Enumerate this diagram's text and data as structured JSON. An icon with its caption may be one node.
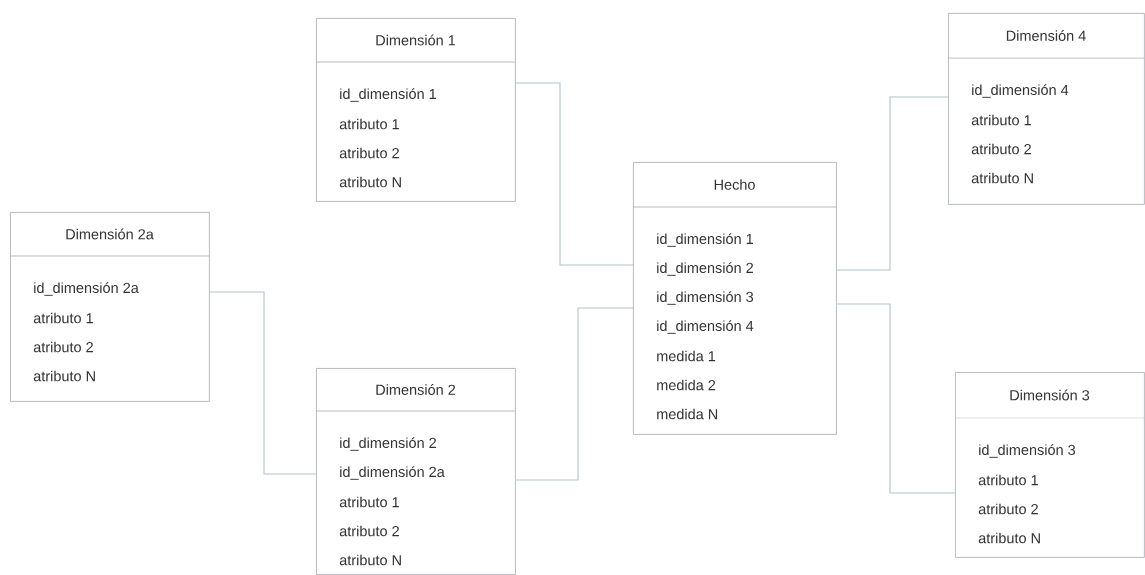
{
  "diagram": {
    "nodes": [
      {
        "text": [
          "Dimensión 1",
          "id_dimensión 1",
          "atributo 1",
          "atributo 2",
          "atributo N"
        ]
      },
      {
        "text": [
          "Dimensión 4",
          "id_dimensión 4",
          "atributo 1",
          "atributo 2",
          "atributo N"
        ]
      },
      {
        "text": [
          "Hecho",
          "id_dimensión 1",
          "id_dimensión 2",
          "id_dimensión 3",
          "id_dimensión 4",
          "medida 1",
          "medida 2",
          "medida N"
        ]
      },
      {
        "text": [
          "Dimensión 2a",
          "id_dimensión 2a",
          "atributo 1",
          "atributo 2",
          "atributo N"
        ]
      },
      {
        "text": [
          "Dimensión 2",
          "id_dimensión 2",
          "id_dimensión 2a",
          "atributo 1",
          "atributo 2",
          "atributo N"
        ]
      },
      {
        "text": [
          "Dimensión 3",
          "id_dimensión 3",
          "atributo 1",
          "atributo 2",
          "atributo N"
        ]
      }
    ],
    "edges": [
      {
        "from": 0,
        "to": 2,
        "arrow": "none"
      },
      {
        "from": 2,
        "to": 1,
        "arrow": "none"
      },
      {
        "from": 3,
        "to": 4,
        "arrow": "none"
      },
      {
        "from": 4,
        "to": 2,
        "arrow": "none"
      },
      {
        "from": 2,
        "to": 5,
        "arrow": "none"
      }
    ]
  }
}
